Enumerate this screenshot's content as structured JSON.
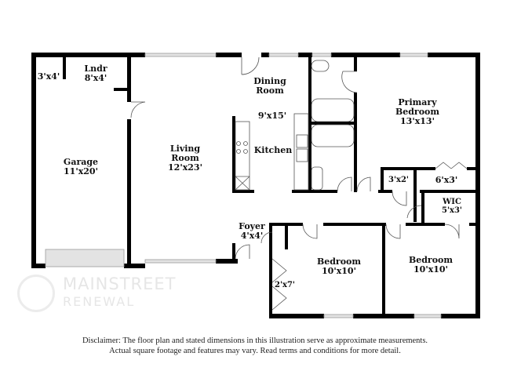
{
  "rooms": {
    "laundry": {
      "name": "Lndr",
      "dims": "8'x4'"
    },
    "closet_garage": {
      "dims": "3'x4'"
    },
    "garage": {
      "name": "Garage",
      "dims": "11'x20'"
    },
    "living": {
      "name1": "Living",
      "name2": "Room",
      "dims": "12'x23'"
    },
    "dining": {
      "name1": "Dining",
      "name2": "Room",
      "dims": "9'x15'"
    },
    "kitchen": {
      "name": "Kitchen"
    },
    "primary": {
      "name1": "Primary",
      "name2": "Bedroom",
      "dims": "13'x13'"
    },
    "closet_small": {
      "dims": "3'x2'"
    },
    "closet_primary": {
      "dims": "6'x3'"
    },
    "wic": {
      "name": "WIC",
      "dims": "5'x3'"
    },
    "foyer": {
      "name": "Foyer",
      "dims": "4'x4'"
    },
    "closet_foyer": {
      "dims": "2'x7'"
    },
    "bedroom1": {
      "name": "Bedroom",
      "dims": "10'x10'"
    },
    "bedroom2": {
      "name": "Bedroom",
      "dims": "10'x10'"
    }
  },
  "disclaimer": {
    "line1": "Disclaimer: The floor plan and stated dimensions in this illustration serve as approximate measurements.",
    "line2": "Actual square footage and features may vary. Read terms and conditions for more detail."
  },
  "logo": {
    "line1": "MAINSTREET",
    "line2": "RENEWAL"
  },
  "colors": {
    "wall": "#000000",
    "window": "#d9d9d9",
    "fixture": "#888888"
  }
}
